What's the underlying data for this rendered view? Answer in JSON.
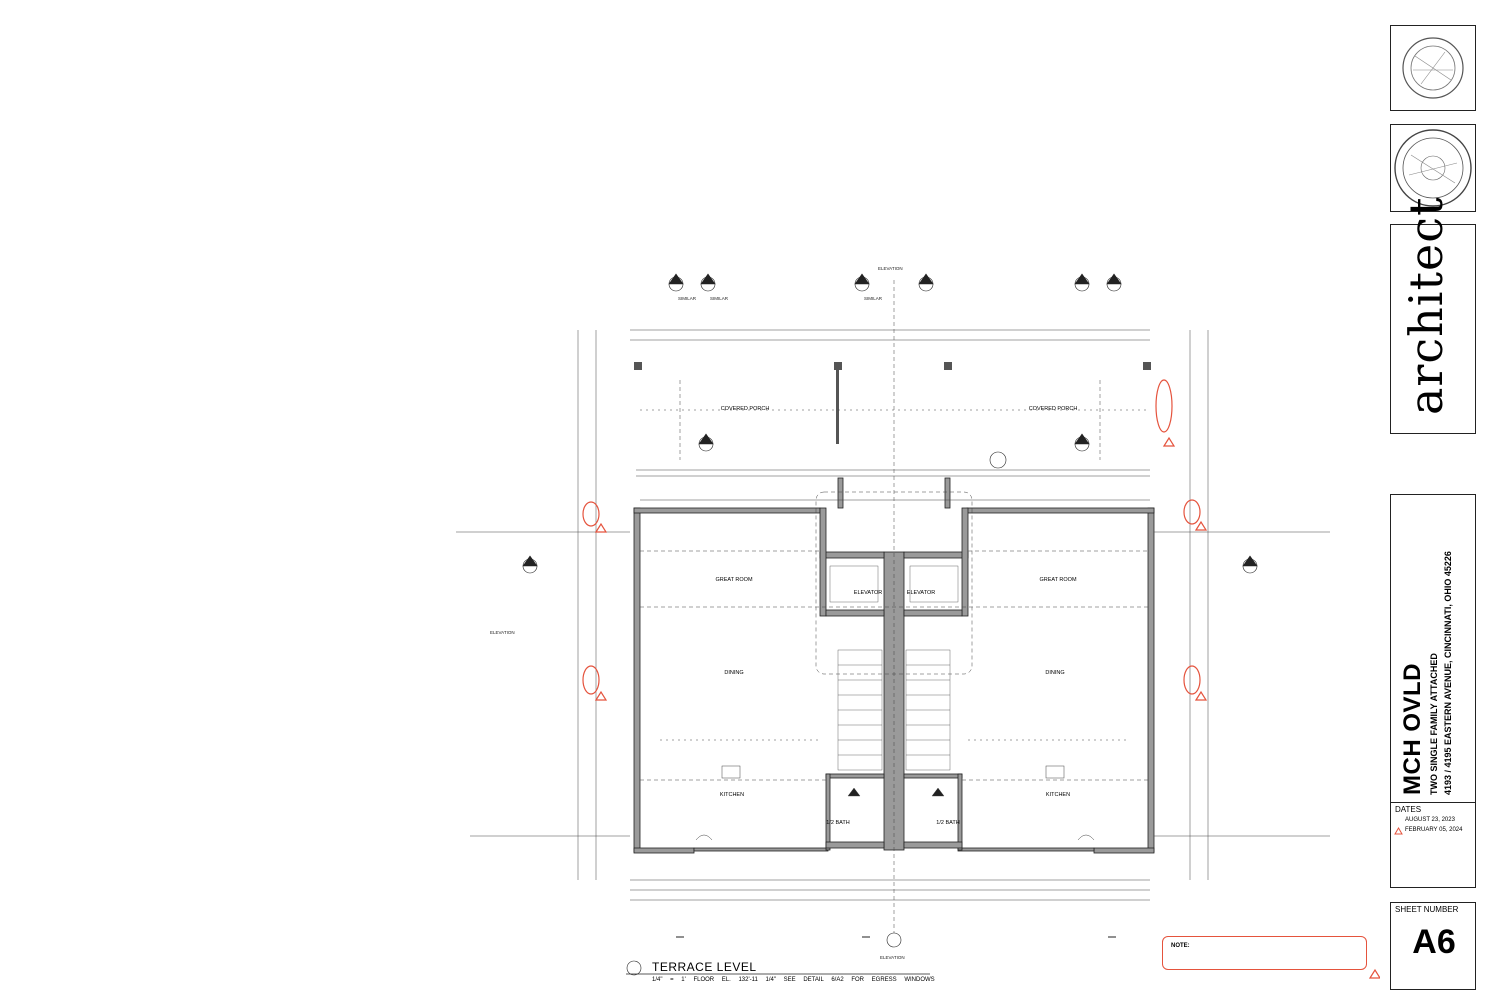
{
  "title_block": {
    "architect_word": "architect",
    "project_title": "MCH OVLD",
    "project_subtitle": "TWO SINGLE FAMILY ATTACHED",
    "project_address": "4193 / 4195 EASTERN AVENUE, CINCINNATI, OHIO 45226",
    "dates_label": "DATES",
    "dates": [
      "AUGUST 23, 2023",
      "FEBRUARY 05, 2024"
    ],
    "sheet_number_label": "SHEET NUMBER",
    "sheet_number": "A6"
  },
  "drawing": {
    "title": "TERRACE LEVEL",
    "scale_line": "1/4\" = 1'   FLOOR EL. 132'-11 1/4\"   SEE DETAIL 6/A2 FOR EGRESS WINDOWS",
    "note_title": "NOTE:",
    "rooms": {
      "covered_porch_left": "COVERED PORCH",
      "covered_porch_right": "COVERED PORCH",
      "great_room_left": "GREAT ROOM",
      "great_room_right": "GREAT ROOM",
      "elevator_left": "ELEVATOR",
      "elevator_right": "ELEVATOR",
      "dining_left": "DINING",
      "dining_right": "DINING",
      "kitchen_left": "KITCHEN",
      "kitchen_right": "KITCHEN",
      "bath_left": "1/2 BATH",
      "bath_right": "1/2 BATH"
    },
    "labels": {
      "similar_a": "SIMILAR",
      "similar_b": "SIMILAR",
      "similar_c": "SIMILAR",
      "elevation_top": "ELEVATION",
      "elevation_bottom": "ELEVATION",
      "elevation_left": "ELEVATION"
    }
  },
  "colors": {
    "line": "#222222",
    "wall_fill": "#9a9a9a",
    "revision_red": "#e5533d"
  }
}
